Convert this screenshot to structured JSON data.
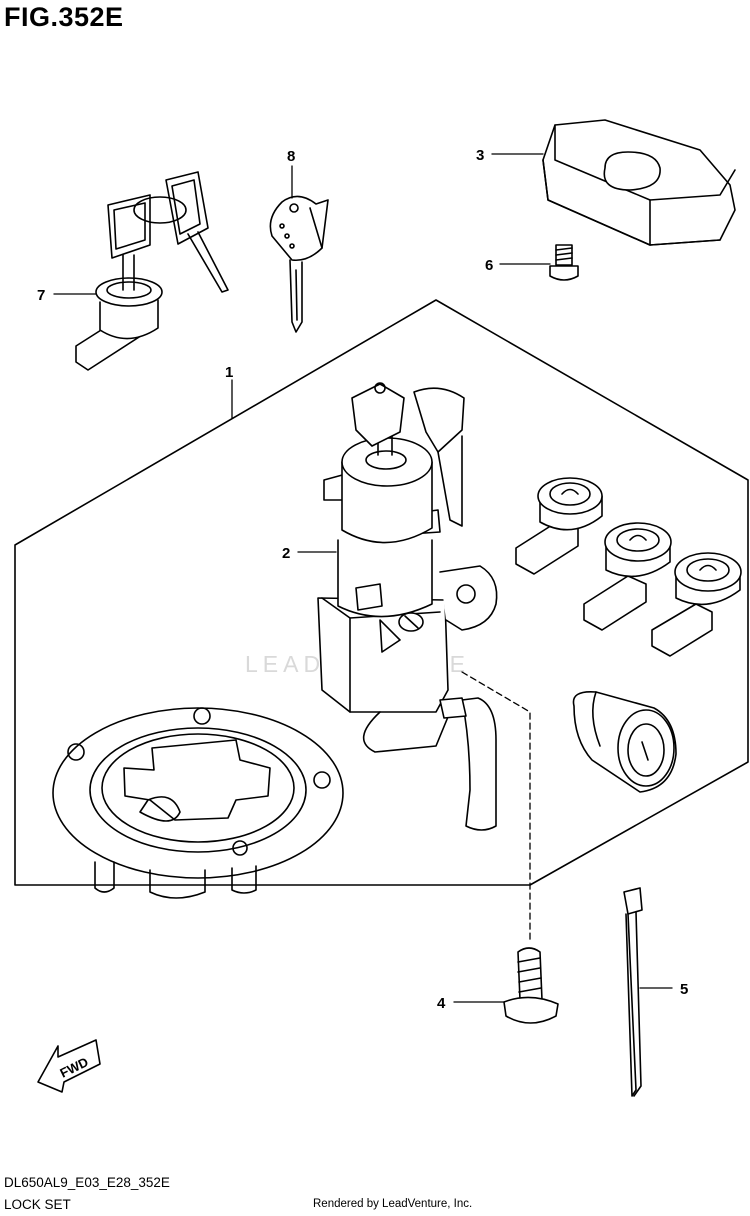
{
  "figure": {
    "title": "FIG.352E",
    "diagram_code": "DL650AL9_E03_E28_352E",
    "section_name": "LOCK SET",
    "rendered_by": "Rendered by LeadVenture, Inc.",
    "watermark": "LEADVENTURE",
    "fwd_label": "FWD"
  },
  "callouts": [
    {
      "number": "1",
      "part": "lock-set"
    },
    {
      "number": "2",
      "part": "ignition-switch"
    },
    {
      "number": "3",
      "part": "cover"
    },
    {
      "number": "4",
      "part": "screw"
    },
    {
      "number": "5",
      "part": "cable-tie"
    },
    {
      "number": "6",
      "part": "bolt"
    },
    {
      "number": "7",
      "part": "seat-lock"
    },
    {
      "number": "8",
      "part": "blank-key"
    }
  ]
}
